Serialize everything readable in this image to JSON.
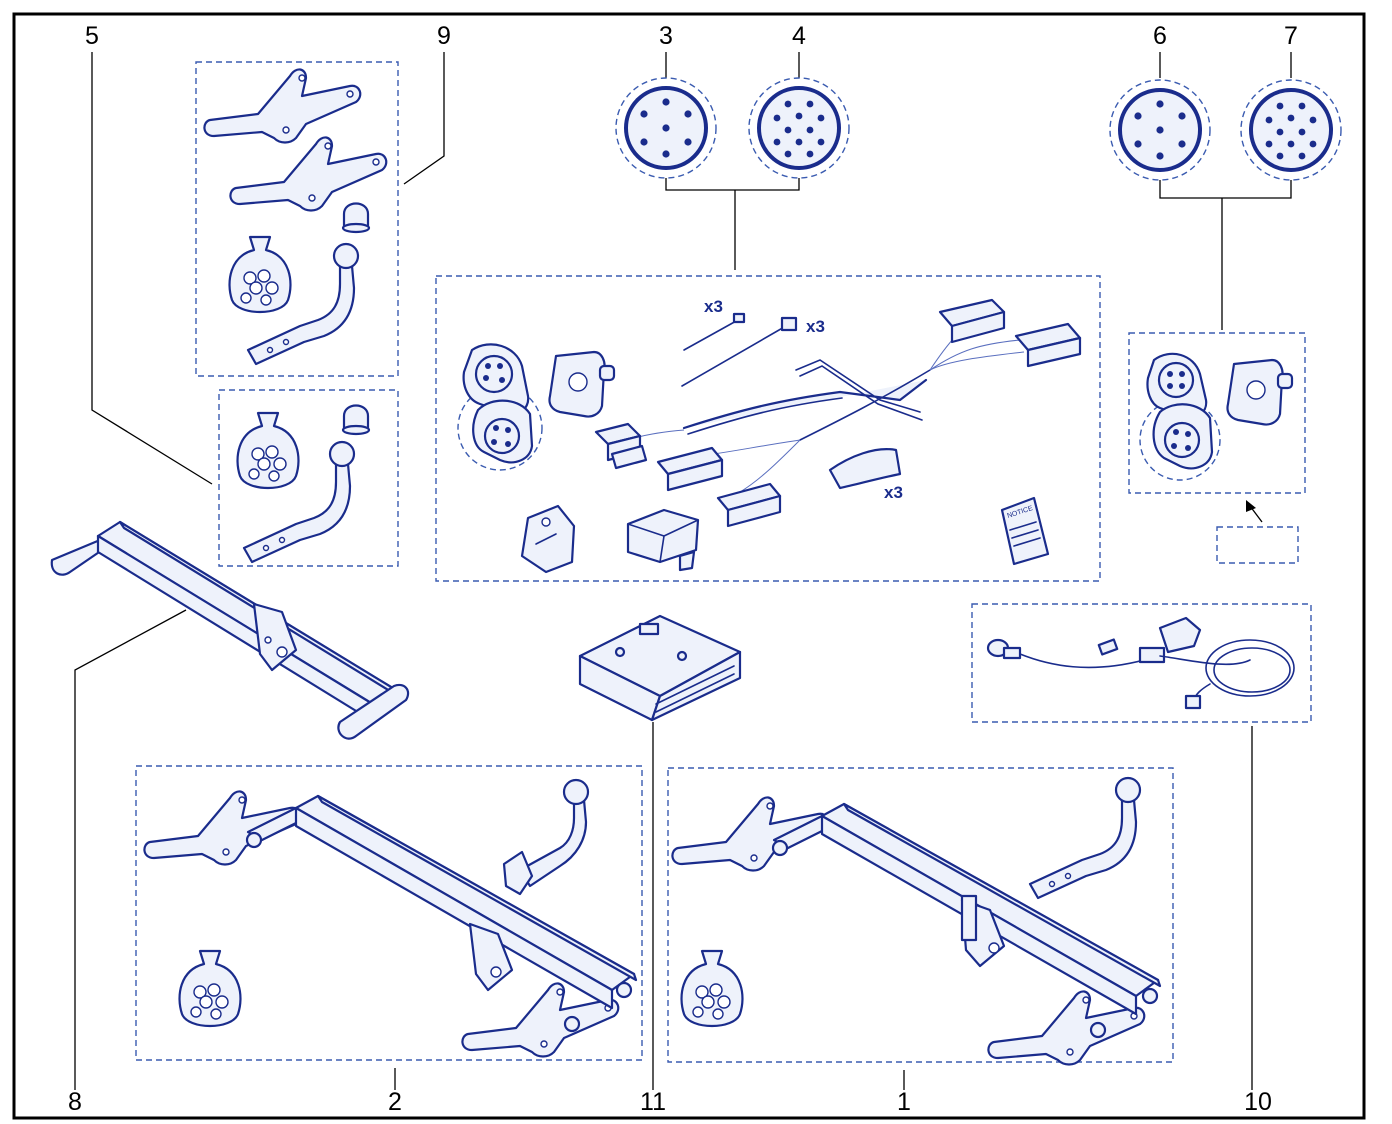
{
  "callouts": {
    "n1": "1",
    "n2": "2",
    "n3": "3",
    "n4": "4",
    "n5": "5",
    "n6": "6",
    "n7": "7",
    "n8": "8",
    "n9": "9",
    "n10": "10",
    "n11": "11"
  },
  "labels": {
    "qty_tie_a": "x3",
    "qty_tie_b": "x3",
    "qty_pad": "x3",
    "notice": "NOTICE"
  },
  "colors": {
    "line": "#1a2c8c",
    "fill": "#eef2fb",
    "frame": "#000000",
    "dash": "#3a5bb0"
  }
}
